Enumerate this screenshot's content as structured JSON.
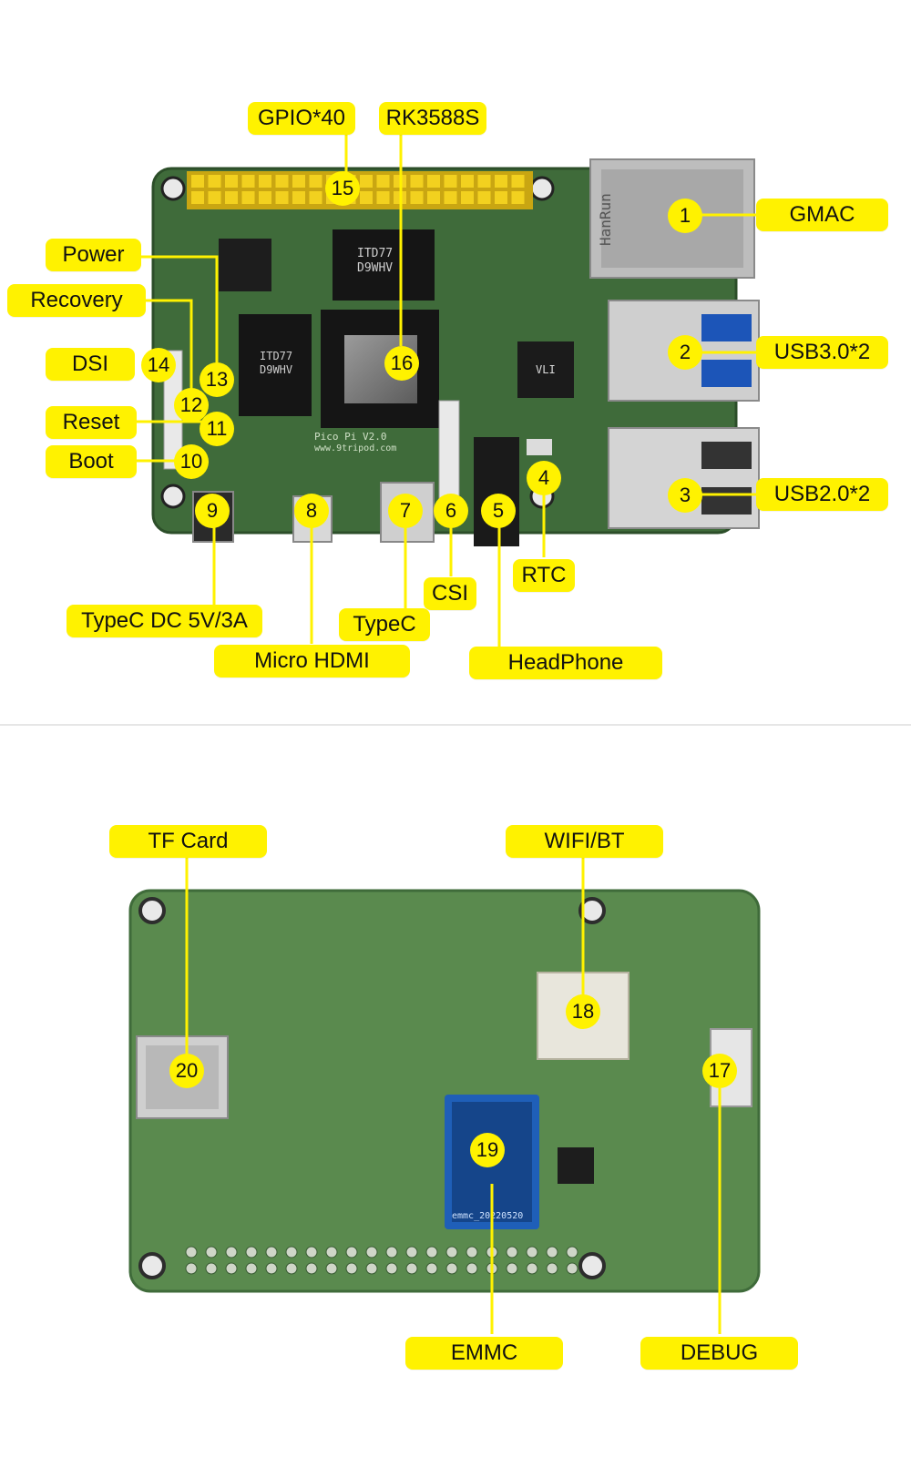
{
  "top": {
    "labels": {
      "gpio": "GPIO*40",
      "soc": "RK3588S",
      "gmac": "GMAC",
      "usb3": "USB3.0*2",
      "usb2": "USB2.0*2",
      "power": "Power",
      "recovery": "Recovery",
      "dsi": "DSI",
      "reset": "Reset",
      "boot": "Boot",
      "typec_dc": "TypeC DC 5V/3A",
      "micro_hdmi": "Micro HDMI",
      "typec": "TypeC",
      "csi": "CSI",
      "rtc": "RTC",
      "headphone": "HeadPhone"
    },
    "numbers": {
      "n1": "1",
      "n2": "2",
      "n3": "3",
      "n4": "4",
      "n5": "5",
      "n6": "6",
      "n7": "7",
      "n8": "8",
      "n9": "9",
      "n10": "10",
      "n11": "11",
      "n12": "12",
      "n13": "13",
      "n14": "14",
      "n15": "15",
      "n16": "16"
    },
    "chips": {
      "ram1": "ITD77\nD9WHV",
      "ram2": "ITD77\nD9WHV",
      "board_name": "Pico Pi V2.0",
      "website": "www.9tripod.com",
      "eth_brand": "HanRun",
      "vli": "VLI"
    }
  },
  "bottom": {
    "labels": {
      "tf_card": "TF Card",
      "wifi_bt": "WIFI/BT",
      "emmc": "EMMC",
      "debug": "DEBUG"
    },
    "numbers": {
      "n17": "17",
      "n18": "18",
      "n19": "19",
      "n20": "20"
    },
    "chips": {
      "emmc_text": "emmc_20220520"
    }
  },
  "colors": {
    "label_yellow": "#fff200",
    "pcb_green": "#3f6b3a",
    "pcb_light": "#5a8a4e",
    "gpio_yellow": "#e8c31a",
    "chip_black": "#151515",
    "metal": "#c9c9c9",
    "emmc_blue": "#1f5fb8"
  }
}
